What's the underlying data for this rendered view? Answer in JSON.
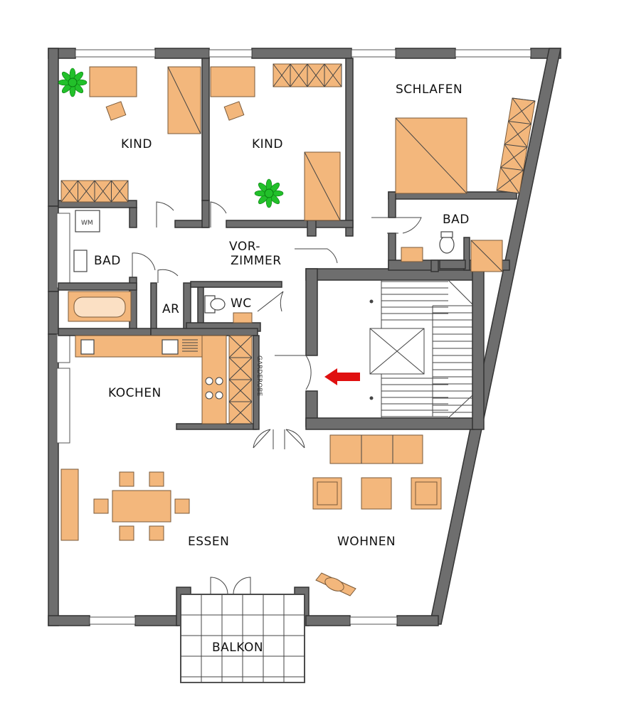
{
  "rooms": {
    "kind1": "KIND",
    "kind2": "KIND",
    "schlafen": "SCHLAFEN",
    "bad_left": "BAD",
    "bad_right": "BAD",
    "vorzimmer_line1": "VOR-",
    "vorzimmer_line2": "ZIMMER",
    "ar": "AR",
    "wc": "WC",
    "kochen": "KOCHEN",
    "garderobe": "GARDEROBE",
    "essen": "ESSEN",
    "wohnen": "WOHNEN",
    "balkon": "BALKON"
  },
  "appliances": {
    "wm": "WM"
  },
  "colors": {
    "wall": "#6e6e6e",
    "furniture": "#f3b77c",
    "plant": "#22c02a",
    "arrow": "#e01010"
  },
  "icons": [
    "entrance-arrow-icon",
    "plant-icon",
    "stair-arrow"
  ]
}
